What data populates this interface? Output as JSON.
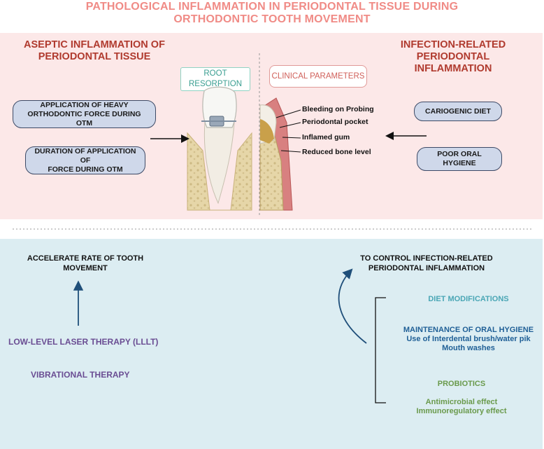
{
  "title": {
    "line1": "PATHOLOGICAL INFLAMMATION IN PERIODONTAL TISSUE DURING",
    "line2": "ORTHODONTIC TOOTH MOVEMENT"
  },
  "top": {
    "left_heading": {
      "line1": "ASEPTIC INFLAMMATION OF",
      "line2": "PERIODONTAL TISSUE"
    },
    "right_heading": {
      "line1": "INFECTION-RELATED PERIODONTAL",
      "line2": "INFLAMMATION"
    },
    "left_causes": [
      {
        "line1": "APPLICATION OF HEAVY",
        "line2": "ORTHODONTIC FORCE DURING OTM"
      },
      {
        "line1": "DURATION OF APPLICATION OF",
        "line2": "FORCE DURING OTM"
      }
    ],
    "right_causes": [
      "CARIOGENIC DIET",
      "POOR ORAL HYGIENE"
    ],
    "root_resorption": {
      "line1": "ROOT",
      "line2": "RESORPTION"
    },
    "clinical_parameters": "CLINICAL PARAMETERS",
    "clinical_labels": [
      "Bleeding on Probing",
      "Periodontal pocket",
      "Inflamed gum",
      "Reduced bone level"
    ]
  },
  "bottom": {
    "accelerate": {
      "line1": "ACCELERATE RATE OF TOOTH",
      "line2": "MOVEMENT"
    },
    "therapies": [
      "LOW-LEVEL LASER THERAPY (LLLT)",
      "VIBRATIONAL THERAPY"
    ],
    "control": {
      "line1": "TO CONTROL INFECTION-RELATED",
      "line2": "PERIODONTAL INFLAMMATION"
    },
    "diet": "DIET MODIFICATIONS",
    "hygiene": {
      "title": "MAINTENANCE OF ORAL HYGIENE",
      "item1": "Use of Interdental brush/water pik",
      "item2": "Mouth washes"
    },
    "probiotics": {
      "title": "PROBIOTICS",
      "item1": "Antimicrobial effect",
      "item2": "Immunoregulatory effect"
    }
  },
  "colors": {
    "title": "#f08b86",
    "top_panel": "#fce8e8",
    "bottom_panel": "#dcedf2",
    "heading_red": "#b03a2e",
    "purple": "#6a4d93",
    "teal": "#4aa6b5",
    "navy": "#1f5f96",
    "green": "#6a9a4c"
  }
}
